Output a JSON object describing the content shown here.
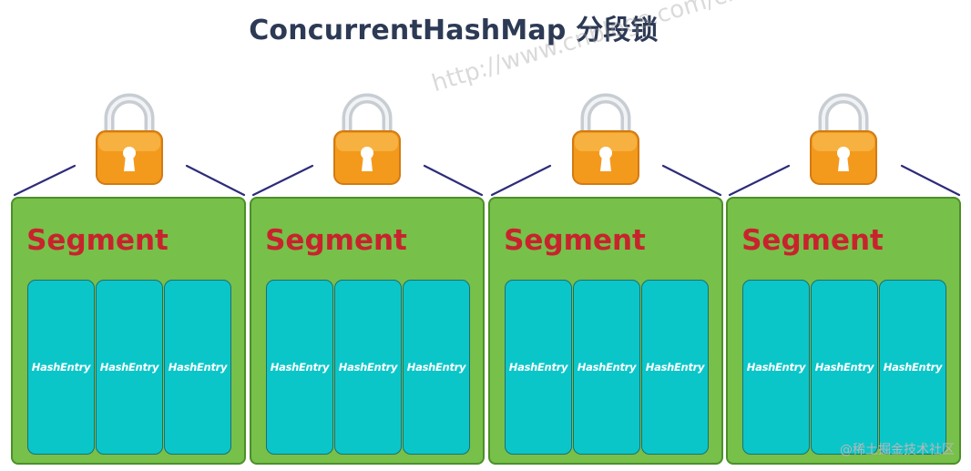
{
  "title": "ConcurrentHashMap 分段锁",
  "watermark": "http://www.cnblogs.com/chengxiao",
  "footer_watermark": "@稀土掘金技术社区",
  "colors": {
    "segment_fill": "#77c04a",
    "segment_label": "#c8232d",
    "entry_fill": "#0bc6c9",
    "lock_body": "#f39a1c",
    "connector": "#2e2c7a"
  },
  "lock_icon": "padlock-icon",
  "segments": [
    {
      "label": "Segment",
      "entries": [
        "HashEntry",
        "HashEntry",
        "HashEntry"
      ]
    },
    {
      "label": "Segment",
      "entries": [
        "HashEntry",
        "HashEntry",
        "HashEntry"
      ]
    },
    {
      "label": "Segment",
      "entries": [
        "HashEntry",
        "HashEntry",
        "HashEntry"
      ]
    },
    {
      "label": "Segment",
      "entries": [
        "HashEntry",
        "HashEntry",
        "HashEntry"
      ]
    }
  ]
}
